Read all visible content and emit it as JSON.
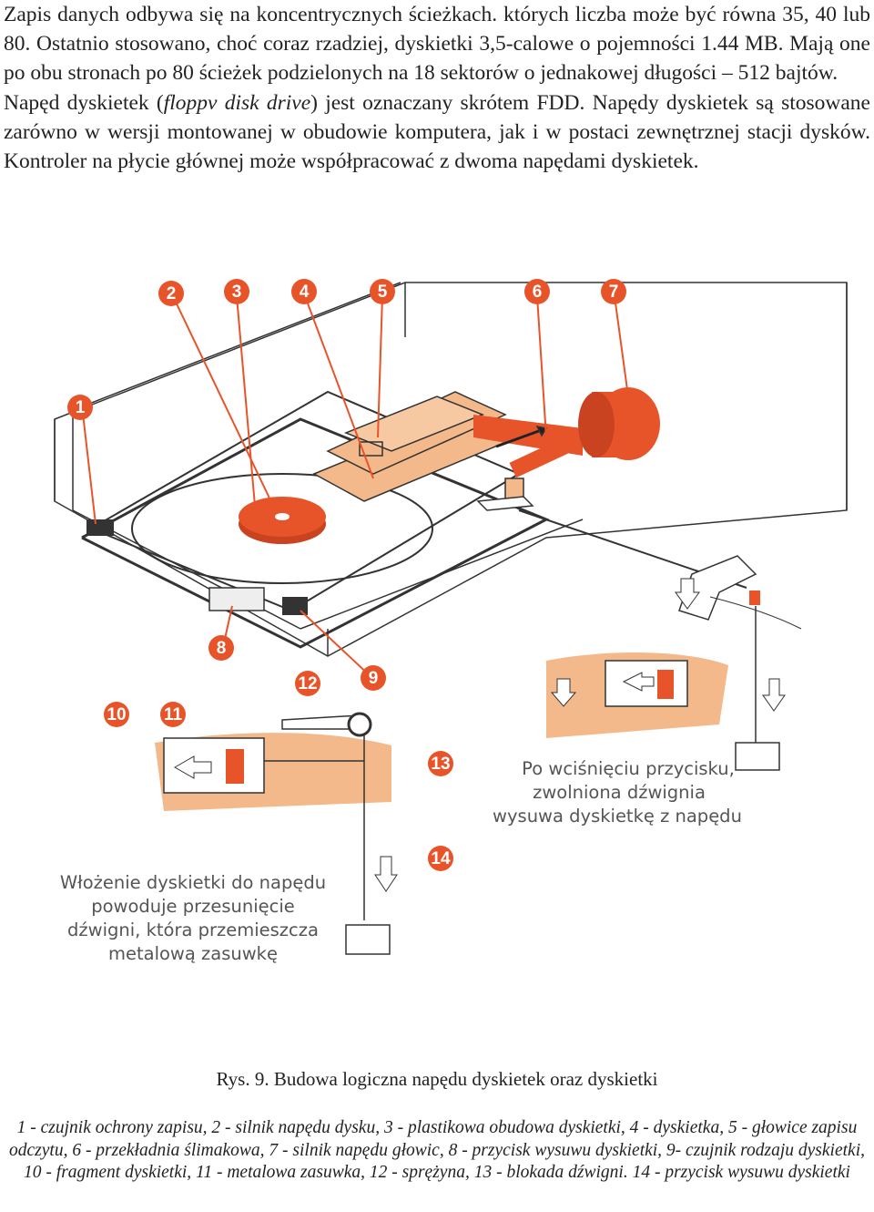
{
  "intro": {
    "p1": "Zapis danych odbywa się na koncentrycznych ścieżkach. których liczba może być równa 35, 40 lub 80. Ostatnio stosowano, choć coraz rzadziej, dyskietki 3,5-calowe o pojemności 1.44 MB. Mają one po obu stronach po 80 ścieżek podzielonych na 18 sektorów o jednakowej długości – 512 bajtów.",
    "p2_before": "Napęd dyskietek (",
    "p2_italic": "floppv disk drive",
    "p2_after": ") jest oznaczany skrótem FDD. Napędy dyskietek są stosowane zarówno w wersji montowanej w obudowie komputera, jak i w postaci zewnętrznej stacji dysków. Kontroler na płycie głównej może współpracować z dwoma napędami dyskietek."
  },
  "figure": {
    "callouts": [
      "1",
      "2",
      "3",
      "4",
      "5",
      "6",
      "7",
      "8",
      "9",
      "10",
      "11",
      "12",
      "13",
      "14"
    ],
    "text_right": [
      "Po wciśnięciu przycisku,",
      "zwolniona dźwignia",
      "wysuwa dyskietkę z napędu"
    ],
    "text_left": [
      "Włożenie dyskietki do napędu",
      "powoduje przesunięcie",
      "dźwigni, która przemieszcza",
      "metalową zasuwkę"
    ],
    "colors": {
      "accent": "#e8542a",
      "light": "#f4b98a",
      "line": "#222222"
    }
  },
  "caption": "Rys. 9. Budowa logiczna napędu dyskietek oraz dyskietki",
  "legend": "1 - czujnik ochrony zapisu, 2 - silnik napędu dysku, 3 - plastikowa obudowa dyskietki, 4 - dyskietka, 5 - głowice zapisu odczytu, 6 - przekładnia ślimakowa, 7 - silnik napędu głowic, 8 - przycisk wysuwu dyskietki, 9- czujnik rodzaju dyskietki, 10 - fragment dyskietki, 11 - metalowa zasuwka, 12 - sprężyna, 13 - blokada dźwigni. 14 - przycisk wysuwu dyskietki"
}
